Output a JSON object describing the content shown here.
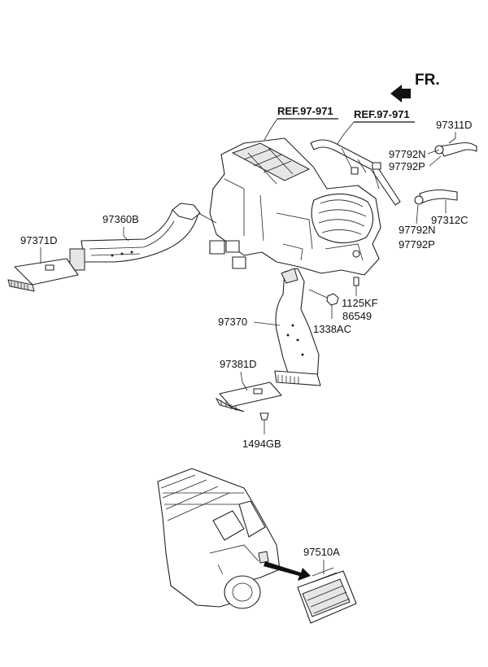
{
  "direction_label": "FR.",
  "refs": [
    "REF.97-971",
    "REF.97-971"
  ],
  "parts": {
    "p97311D": "97311D",
    "p97792N_a": "97792N",
    "p97792P_a": "97792P",
    "p97792N_b": "97792N",
    "p97312C": "97312C",
    "p97792P_b": "97792P",
    "p97360B": "97360B",
    "p97371D": "97371D",
    "p1125KF": "1125KF",
    "p86549": "86549",
    "p97370": "97370",
    "p1338AC": "1338AC",
    "p97381D": "97381D",
    "p1494GB": "1494GB",
    "p97510A": "97510A"
  }
}
